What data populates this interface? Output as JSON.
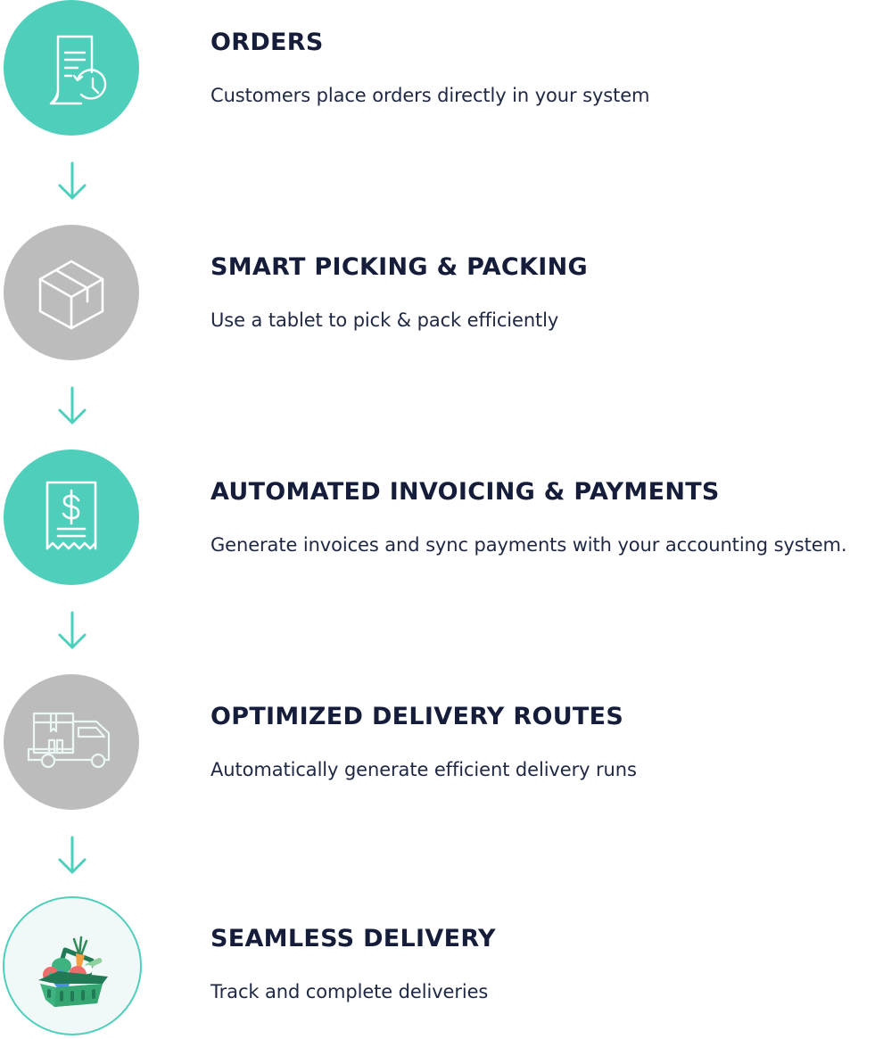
{
  "colors": {
    "accent_teal": "#4fcfbb",
    "inactive_grey": "#bcbcbc",
    "heading_navy": "#151d3b",
    "final_circle_bg": "#f1f9f8"
  },
  "steps": [
    {
      "title": "ORDERS",
      "description": "Customers place orders directly in your system",
      "icon": "order-history-icon",
      "state": "active"
    },
    {
      "title": "SMART PICKING & PACKING",
      "description": "Use a tablet to pick & pack efficiently",
      "icon": "package-box-icon",
      "state": "inactive"
    },
    {
      "title": "AUTOMATED INVOICING & PAYMENTS",
      "description": "Generate invoices and sync payments with your accounting system.",
      "icon": "invoice-receipt-icon",
      "state": "active"
    },
    {
      "title": "OPTIMIZED DELIVERY ROUTES",
      "description": "Automatically generate efficient delivery runs",
      "icon": "delivery-truck-icon",
      "state": "inactive"
    },
    {
      "title": "SEAMLESS DELIVERY",
      "description": "Track and complete deliveries",
      "icon": "grocery-basket-icon",
      "state": "final"
    }
  ],
  "connectors": [
    {
      "icon": "arrow-down-icon"
    },
    {
      "icon": "arrow-down-icon"
    },
    {
      "icon": "arrow-down-icon"
    },
    {
      "icon": "arrow-down-icon"
    }
  ]
}
